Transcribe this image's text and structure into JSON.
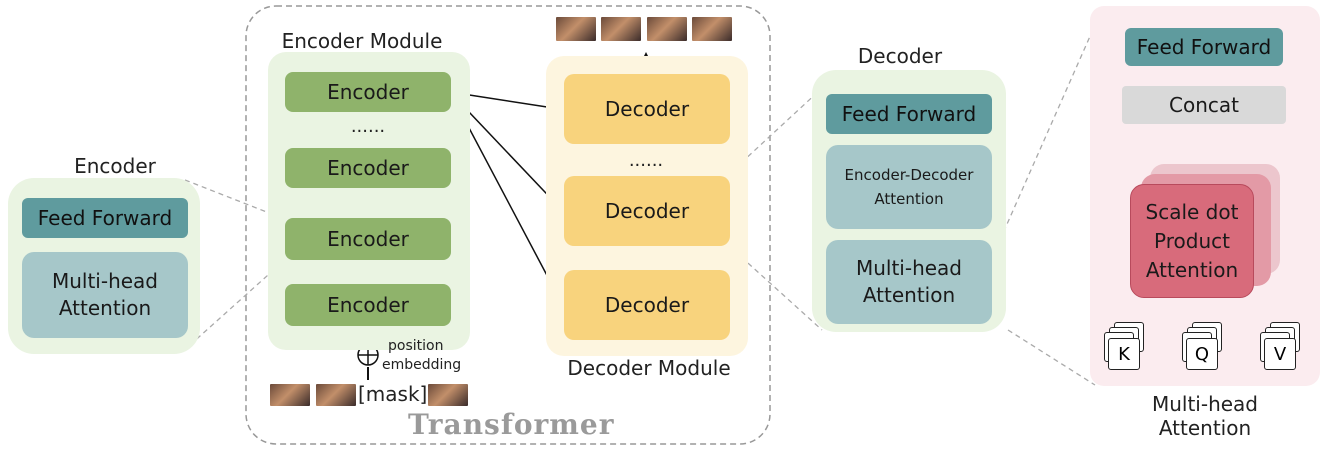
{
  "transformer": {
    "title": "Transformer",
    "encoder_module": {
      "title": "Encoder Module",
      "blocks": [
        "Encoder",
        "Encoder",
        "Encoder",
        "Encoder"
      ],
      "ellipsis": "......",
      "input_note_1": "position",
      "input_note_2": "embedding",
      "mask_token": "[mask]"
    },
    "decoder_module": {
      "title": "Decoder Module",
      "blocks": [
        "Decoder",
        "Decoder",
        "Decoder"
      ],
      "ellipsis": "......"
    }
  },
  "encoder_detail": {
    "title": "Encoder",
    "feed_forward": "Feed Forward",
    "attention_line1": "Multi-head",
    "attention_line2": "Attention"
  },
  "decoder_detail": {
    "title": "Decoder",
    "feed_forward": "Feed Forward",
    "enc_dec_line1": "Encoder-Decoder",
    "enc_dec_line2": "Attention",
    "attention_line1": "Multi-head",
    "attention_line2": "Attention"
  },
  "multihead_detail": {
    "feed_forward": "Feed Forward",
    "concat": "Concat",
    "sdp_line1": "Scale dot",
    "sdp_line2": "Product",
    "sdp_line3": "Attention",
    "inputs": [
      "K",
      "Q",
      "V"
    ],
    "caption_line1": "Multi-head",
    "caption_line2": "Attention"
  },
  "colors": {
    "encoder_block": "#8fb36b",
    "decoder_block": "#f8d37d",
    "feed_forward": "#5f9b9e",
    "attention": "#a6c7c9",
    "sdp": "#d86b7b",
    "concat": "#d9d9d9"
  }
}
